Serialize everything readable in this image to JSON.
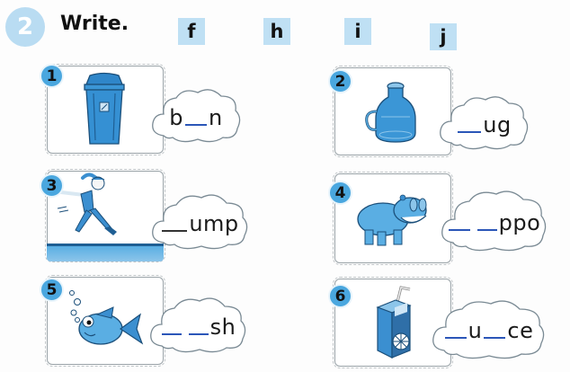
{
  "exercise": {
    "number": "2",
    "instruction": "Write.",
    "letter_bank": [
      "f",
      "h",
      "i",
      "j"
    ]
  },
  "items": [
    {
      "number": "1",
      "picture": "bin",
      "word_parts": [
        "b",
        "_",
        "n"
      ],
      "display": "b__n",
      "blanks": 1
    },
    {
      "number": "2",
      "picture": "jug",
      "word_parts": [
        "_",
        "ug"
      ],
      "display": "__ug",
      "blanks": 1
    },
    {
      "number": "3",
      "picture": "girl-jumping",
      "word_parts": [
        "_",
        "ump"
      ],
      "display": "__ump",
      "blanks": 1
    },
    {
      "number": "4",
      "picture": "hippo",
      "word_parts": [
        "_",
        "_",
        "ppo"
      ],
      "display": "__ __ppo",
      "blanks": 2
    },
    {
      "number": "5",
      "picture": "fish",
      "word_parts": [
        "_",
        "_",
        "sh"
      ],
      "display": "__ __sh",
      "blanks": 2
    },
    {
      "number": "6",
      "picture": "juice-box",
      "word_parts": [
        "_",
        "u",
        "_",
        "ce"
      ],
      "display": "__u__ce",
      "blanks": 2
    }
  ],
  "colors": {
    "badge_light": "#b9dcf2",
    "letter_box": "#bfe0f4",
    "number_badge": "#4aa7df",
    "blank_line": "#2b56b8",
    "illustration_blue": "#3b8fd0"
  }
}
